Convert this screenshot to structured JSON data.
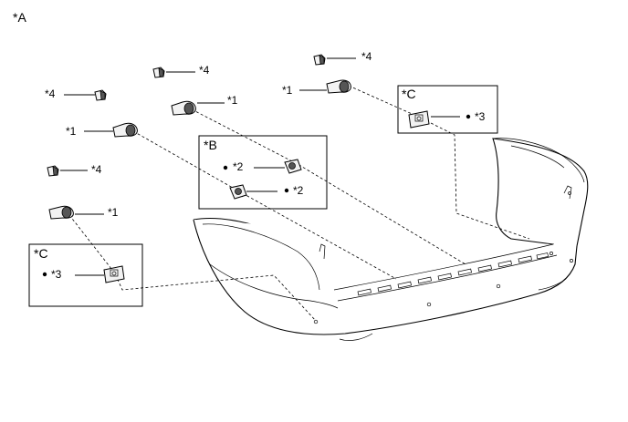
{
  "diagram": {
    "view_label": "*A",
    "callouts": {
      "star1": "*1",
      "star2": "*2",
      "star3": "*3",
      "star4": "*4"
    },
    "boxes": {
      "b": "*B",
      "c": "*C"
    }
  }
}
